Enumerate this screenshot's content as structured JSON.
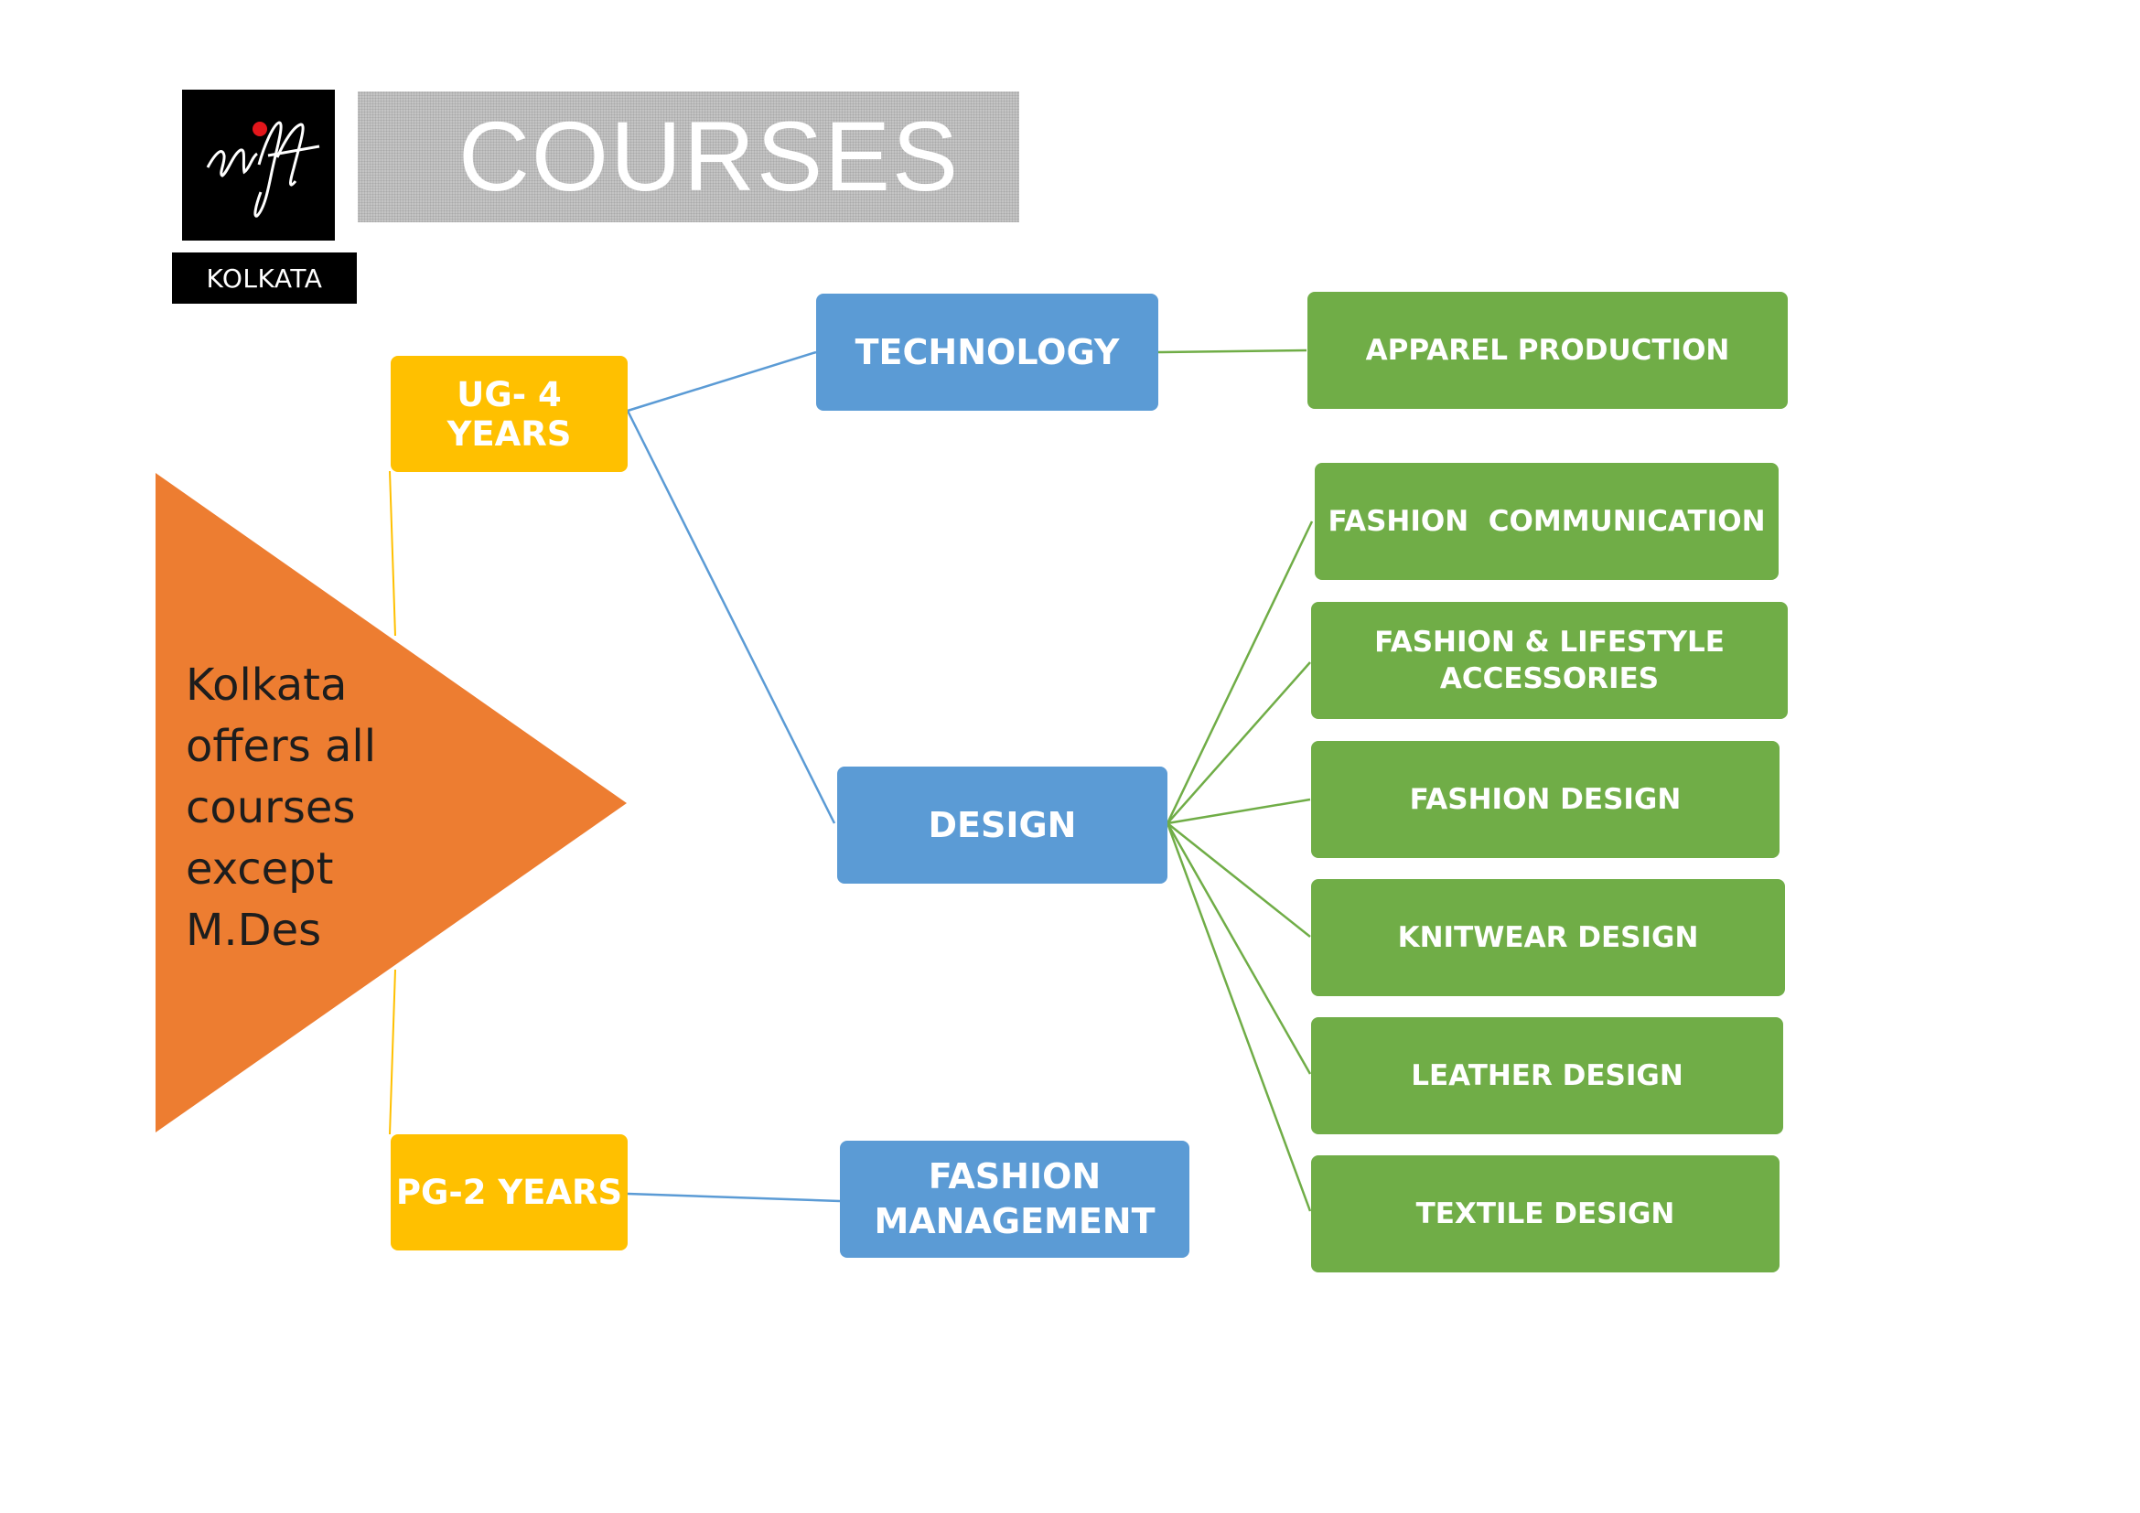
{
  "header": {
    "logo_text": "nift",
    "city_label": "KOLKATA",
    "title": "COURSES"
  },
  "triangle": {
    "text": "Kolkata\noffers all\ncourses\nexcept\nM.Des"
  },
  "levels": [
    {
      "label": "UG- 4 YEARS"
    },
    {
      "label": "PG-2 YEARS"
    }
  ],
  "streams": [
    {
      "label": "TECHNOLOGY"
    },
    {
      "label": "DESIGN"
    },
    {
      "label": "FASHION\nMANAGEMENT"
    }
  ],
  "courses": [
    {
      "label": "APPAREL PRODUCTION"
    },
    {
      "label": "FASHION  COMMUNICATION"
    },
    {
      "label": "FASHION & LIFESTYLE\nACCESSORIES"
    },
    {
      "label": "FASHION DESIGN"
    },
    {
      "label": "KNITWEAR DESIGN"
    },
    {
      "label": "LEATHER DESIGN"
    },
    {
      "label": "TEXTILE DESIGN"
    }
  ],
  "colors": {
    "triangle": "#ed7d31",
    "level": "#ffc000",
    "stream": "#5b9bd5",
    "course": "#70ad47",
    "level_connector": "#ffc000",
    "stream_connector": "#5b9bd5",
    "course_connector": "#70ad47"
  }
}
